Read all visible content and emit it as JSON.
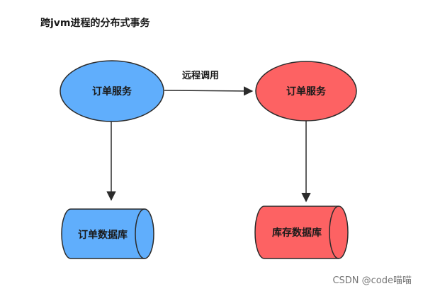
{
  "title": "跨jvm进程的分布式事务",
  "nodes": {
    "order_service_local": {
      "label": "订单服务",
      "color": "#60aefc"
    },
    "order_service_remote": {
      "label": "订单服务",
      "color": "#fd6263"
    },
    "order_db": {
      "label": "订单数据库",
      "color": "#60aefc"
    },
    "inventory_db": {
      "label": "库存数据库",
      "color": "#fd6263"
    }
  },
  "edges": {
    "remote_call": {
      "label": "远程调用"
    }
  },
  "watermark": "CSDN @code喵喵",
  "colors": {
    "stroke": "#2b2b2b",
    "blue": "#60aefc",
    "red": "#fd6263"
  }
}
